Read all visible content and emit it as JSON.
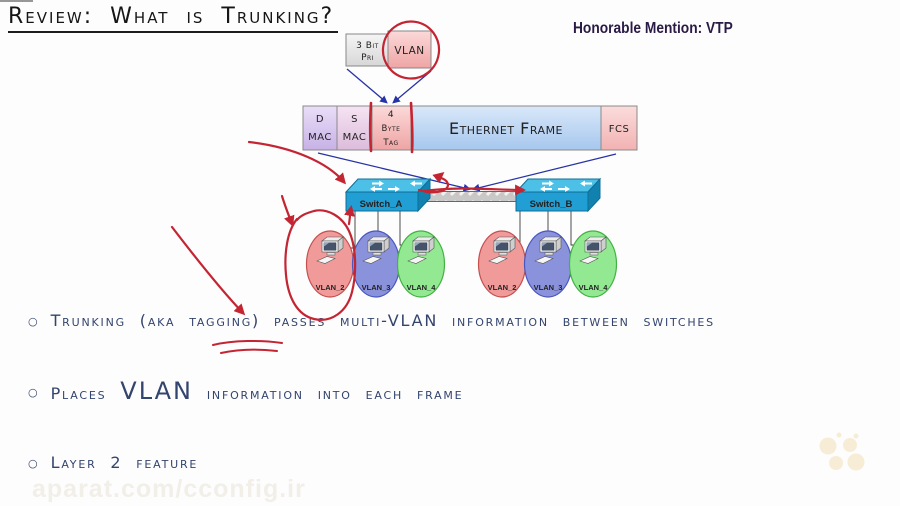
{
  "title": "Review: What is Trunking?",
  "honorable_mention": "Honorable Mention: VTP",
  "tag_box": {
    "pri_line1": "3 Bit",
    "pri_line2": "Pri",
    "vlan": "VLAN"
  },
  "frame": {
    "d_mac_line1": "D",
    "d_mac_line2": "MAC",
    "s_mac_line1": "S",
    "s_mac_line2": "MAC",
    "tag_line1": "4",
    "tag_line2": "Byte",
    "tag_line3": "Tag",
    "ethernet": "Ethernet Frame",
    "fcs": "FCS"
  },
  "switches": {
    "a": "Switch_A",
    "b": "Switch_B"
  },
  "vlans": {
    "left": [
      "VLAN_2",
      "VLAN_3",
      "VLAN_4"
    ],
    "right": [
      "VLAN_2",
      "VLAN_3",
      "VLAN_4"
    ]
  },
  "bullets": {
    "marker": "○",
    "b1": "Trunking (aka tagging) passes multi-VLAN information between switches",
    "b2_pre": "Places",
    "b2_big": "VLAN",
    "b2_post": "information into each frame",
    "b3": "Layer 2 feature"
  },
  "watermark": "aparat.com/cconfig.ir",
  "colors": {
    "red_pen": "#c32533",
    "ink_blue": "#33446e",
    "line_blue": "#2733a6",
    "mention_purple": "#2a1a45",
    "vlan2_fill": "#f19a9a",
    "vlan3_fill": "#8a92dc",
    "vlan4_fill": "#92e992",
    "vlan_label": "#9e2020",
    "switch_blue": "#219fd4",
    "tag_pink": "#efa4a4",
    "frame_blue": "#a6c7ee",
    "logo_cream": "#f7edd6"
  }
}
